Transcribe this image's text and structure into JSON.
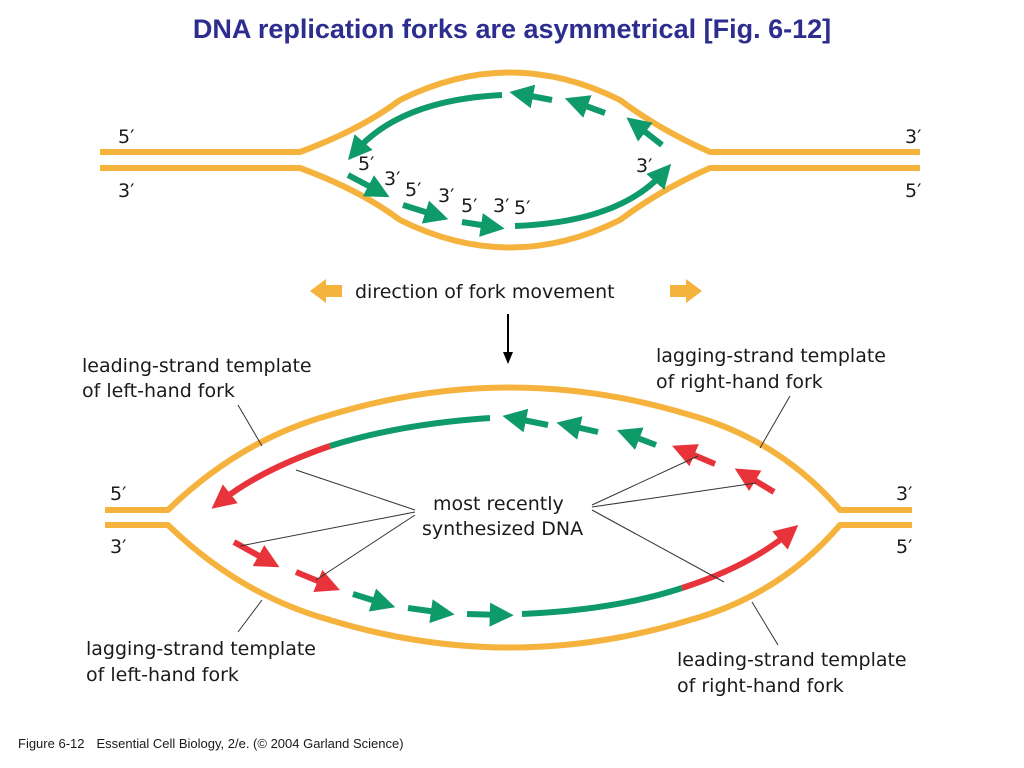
{
  "title": "DNA replication forks are asymmetrical [Fig. 6-12]",
  "top_panel": {
    "left_top_end": "5′",
    "left_bottom_end": "3′",
    "right_top_end": "3′",
    "right_bottom_end": "5′",
    "fragment_labels": [
      "5′",
      "3′",
      "5′",
      "3′",
      "5′",
      "3′",
      "5′",
      "3′"
    ]
  },
  "direction_label": "direction of fork movement",
  "bottom_panel": {
    "left_top_end": "5′",
    "left_bottom_end": "3′",
    "right_top_end": "3′",
    "right_bottom_end": "5′",
    "label_leading_left": [
      "leading-strand template",
      "of left-hand fork"
    ],
    "label_lagging_right": [
      "lagging-strand template",
      "of right-hand fork"
    ],
    "label_recent": [
      "most recently",
      "synthesized DNA"
    ],
    "label_lagging_left": [
      "lagging-strand template",
      "of left-hand fork"
    ],
    "label_leading_right": [
      "leading-strand template",
      "of right-hand fork"
    ]
  },
  "caption": {
    "figure": "Figure 6-12",
    "source": "Essential Cell Biology, 2/e. (© 2004 Garland Science)"
  },
  "colors": {
    "template": "#f5b23c",
    "green_strand": "#0f9a6a",
    "red_strand": "#e8333a",
    "title": "#2d2d8f"
  }
}
